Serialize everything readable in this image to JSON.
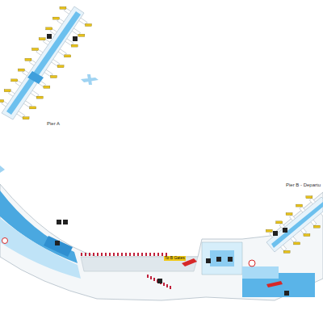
{
  "diagram": {
    "labels": [
      "Pier A",
      "Pier B - Departu",
      "To B Gates"
    ]
  }
}
